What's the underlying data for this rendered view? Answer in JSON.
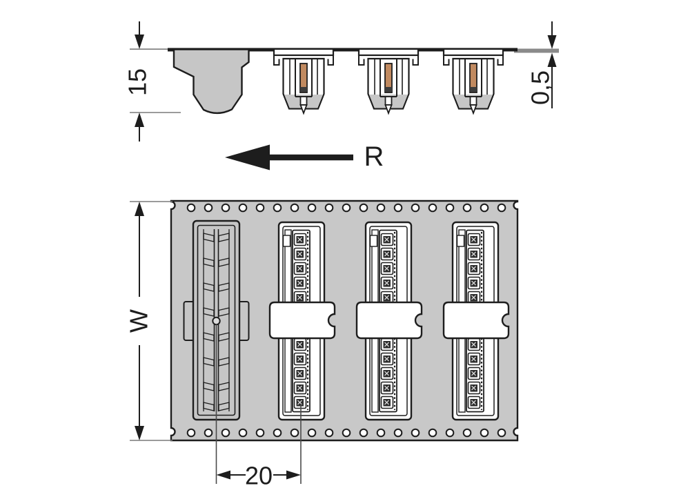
{
  "drawing": {
    "type": "connector tape-and-reel packaging drawing",
    "dims": {
      "pocket_depth": "15",
      "tape_thickness": "0,5",
      "reel_direction": "R",
      "tape_width": "W",
      "pocket_pitch": "20"
    },
    "colors": {
      "line": "#1d1d1d",
      "tape_fill": "#c8c8c8",
      "pocket_fill": "#c6c6c6",
      "pin_copper": "#c18a60",
      "thickness_bar": "#8a8a8a",
      "background": "#ffffff"
    }
  }
}
